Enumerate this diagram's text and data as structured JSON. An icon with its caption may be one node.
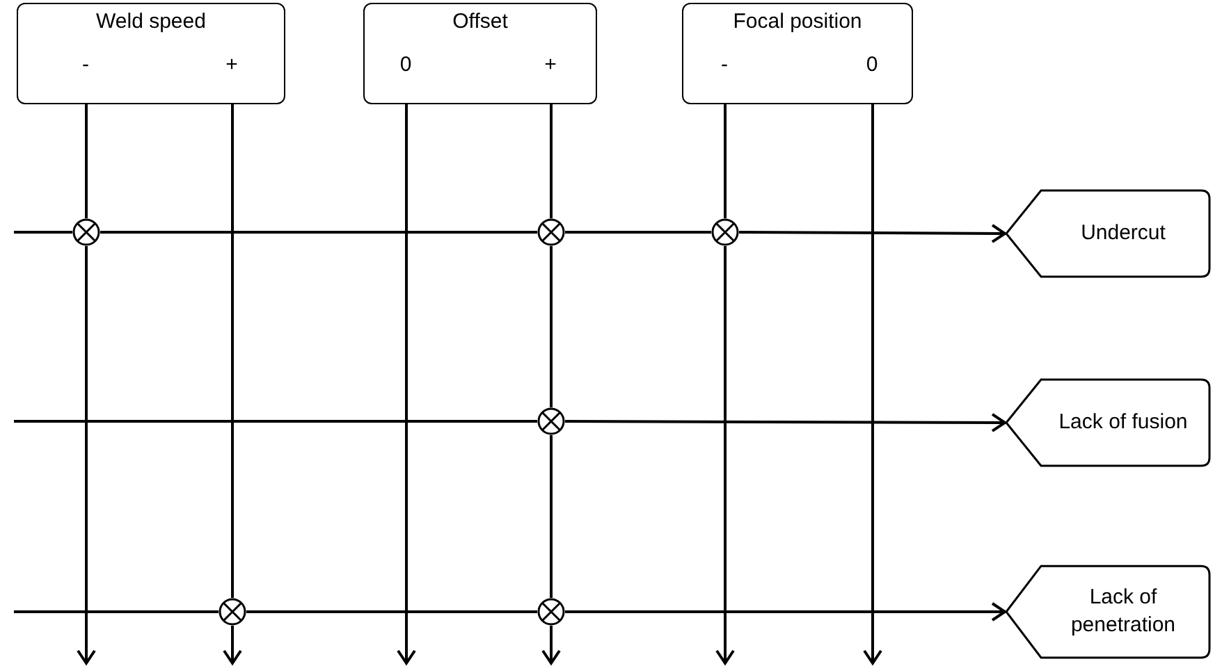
{
  "diagram": {
    "nodes": [
      {
        "text": [
          "Weld speed"
        ]
      },
      {
        "text": [
          "-"
        ],
        "in": 0
      },
      {
        "text": [
          "+"
        ],
        "in": 0
      },
      {
        "text": [
          "Offset"
        ]
      },
      {
        "text": [
          "0"
        ],
        "in": 3
      },
      {
        "text": [
          "+"
        ],
        "in": 3
      },
      {
        "text": [
          "Focal position"
        ]
      },
      {
        "text": [
          "-"
        ],
        "in": 6
      },
      {
        "text": [
          "0"
        ],
        "in": 6
      },
      {
        "text": [
          "Undercut"
        ]
      },
      {
        "text": [
          "Lack of fusion"
        ]
      },
      {
        "text": [
          "Lack of penetration"
        ]
      },
      {
        "text": [],
        "shape": "circle"
      },
      {
        "text": [],
        "shape": "circle"
      },
      {
        "text": [],
        "shape": "circle"
      },
      {
        "text": [],
        "shape": "circle"
      },
      {
        "text": [],
        "shape": "circle"
      },
      {
        "text": [],
        "shape": "circle"
      }
    ],
    "edges": [
      {
        "from": null,
        "to": 12,
        "arrow": "none"
      },
      {
        "from": 12,
        "to": 13,
        "arrow": "none"
      },
      {
        "from": 13,
        "to": 14,
        "arrow": "none"
      },
      {
        "from": 14,
        "to": 9,
        "arrow": "to"
      },
      {
        "from": null,
        "to": 15,
        "arrow": "none"
      },
      {
        "from": 15,
        "to": 10,
        "arrow": "to"
      },
      {
        "from": null,
        "to": 16,
        "arrow": "none"
      },
      {
        "from": 16,
        "to": 17,
        "arrow": "none"
      },
      {
        "from": 17,
        "to": 11,
        "arrow": "to"
      },
      {
        "from": 1,
        "to": 12,
        "arrow": "none"
      },
      {
        "from": 12,
        "to": null,
        "arrow": "to"
      },
      {
        "from": 2,
        "to": 16,
        "arrow": "none"
      },
      {
        "from": 16,
        "to": null,
        "arrow": "to"
      },
      {
        "from": 4,
        "to": null,
        "arrow": "to"
      },
      {
        "from": 5,
        "to": 13,
        "arrow": "none"
      },
      {
        "from": 13,
        "to": 15,
        "arrow": "none"
      },
      {
        "from": 15,
        "to": 17,
        "arrow": "none"
      },
      {
        "from": 17,
        "to": null,
        "arrow": "to"
      },
      {
        "from": 7,
        "to": 14,
        "arrow": "none"
      },
      {
        "from": 14,
        "to": null,
        "arrow": "to"
      },
      {
        "from": 8,
        "to": null,
        "arrow": "to"
      }
    ]
  }
}
